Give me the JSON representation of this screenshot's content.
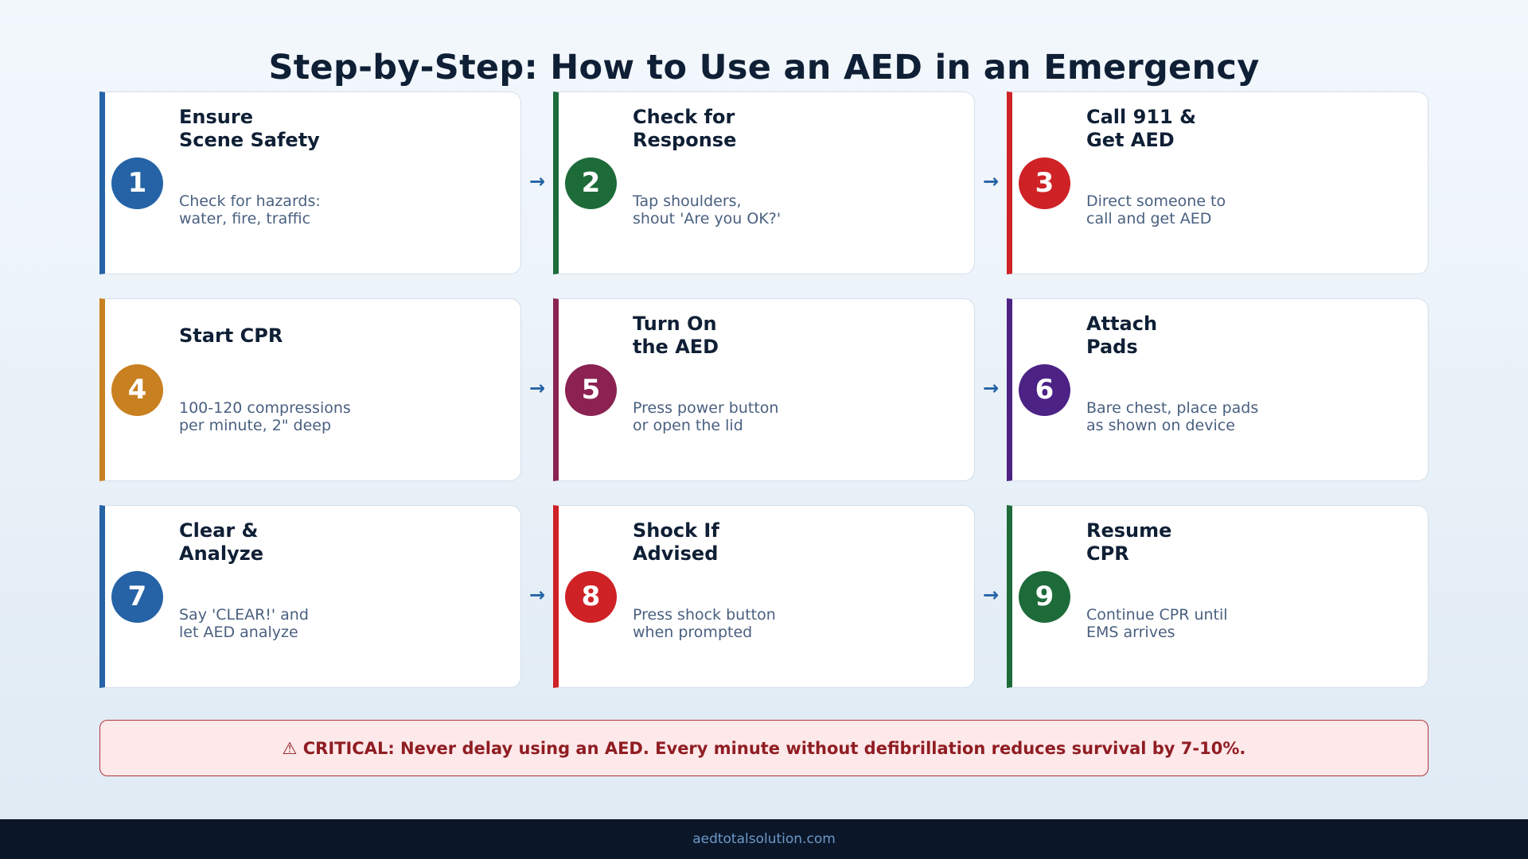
{
  "title": "Step-by-Step: How to Use an AED in an Emergency",
  "arrow_glyph": "→",
  "steps": [
    {
      "number": "1",
      "title": "Ensure\nScene Safety",
      "description": "Check for hazards:\nwater, fire, traffic",
      "color": "#2563a6"
    },
    {
      "number": "2",
      "title": "Check for\nResponse",
      "description": "Tap shoulders,\nshout 'Are you OK?'",
      "color": "#1e6b3a"
    },
    {
      "number": "3",
      "title": "Call 911 &\nGet AED",
      "description": "Direct someone to\ncall and get AED",
      "color": "#cf2226"
    },
    {
      "number": "4",
      "title": "Start CPR",
      "description": "100-120 compressions\nper minute, 2\" deep",
      "color": "#c98020"
    },
    {
      "number": "5",
      "title": "Turn On\nthe AED",
      "description": "Press power button\nor open the lid",
      "color": "#8b2252"
    },
    {
      "number": "6",
      "title": "Attach\nPads",
      "description": "Bare chest, place pads\nas shown on device",
      "color": "#4c2285"
    },
    {
      "number": "7",
      "title": "Clear &\nAnalyze",
      "description": "Say 'CLEAR!' and\nlet AED analyze",
      "color": "#2563a6"
    },
    {
      "number": "8",
      "title": "Shock If\nAdvised",
      "description": "Press shock button\nwhen prompted",
      "color": "#cf2226"
    },
    {
      "number": "9",
      "title": "Resume\nCPR",
      "description": "Continue CPR until\nEMS arrives",
      "color": "#1e6b3a"
    }
  ],
  "warning": {
    "icon": "⚠",
    "text": "⚠ CRITICAL: Never delay using an AED. Every minute without defibrillation reduces survival by 7-10%."
  },
  "footer": {
    "site": "aedtotalsolution.com"
  }
}
